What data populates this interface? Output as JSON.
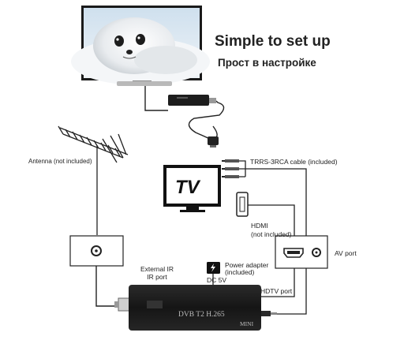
{
  "heading": {
    "title_en": "Simple to set up",
    "title_ru": "Прост в настройке"
  },
  "labels": {
    "antenna": "Antenna (not included)",
    "trrs_cable": "TRRS-3RCA cable (included)",
    "tv_icon_text": "TV",
    "hdmi_line1": "HDMI",
    "hdmi_line2": "(not included)",
    "av_port": "AV port",
    "external_ir_line1": "External IR",
    "external_ir_line2": "IR port",
    "power_line1": "Power adapter",
    "power_line2": "(included)",
    "dc5v": "DC 5V",
    "hdtv_port": "HDTV port",
    "device_text": "DVB T2 H.265",
    "device_mini": "MINI"
  },
  "colors": {
    "line": "#222222",
    "device_body": "#1c1c1c",
    "tv_frame": "#1a1a1a",
    "seal_sky": "#bcd3e4"
  }
}
